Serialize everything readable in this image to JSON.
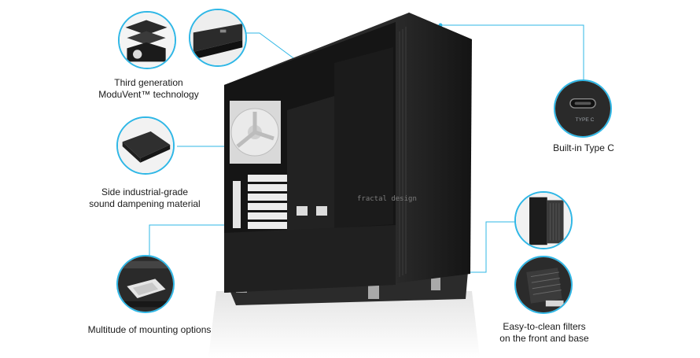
{
  "features": {
    "moduvent": {
      "line1": "Third generation",
      "line2": "ModuVent™ technology"
    },
    "sound": {
      "line1": "Side industrial-grade",
      "line2": "sound dampening material"
    },
    "mounting": {
      "label": "Multitude of mounting options"
    },
    "typec": {
      "label": "Built-in Type C",
      "port_text": "TYPE C"
    },
    "filters": {
      "line1": "Easy-to-clean filters",
      "line2": "on the front and base"
    }
  },
  "product": {
    "brand_mark": "fractal design"
  },
  "colors": {
    "accent": "#2fb7e6",
    "case": "#1e1e1e",
    "text": "#1a1a1a"
  }
}
